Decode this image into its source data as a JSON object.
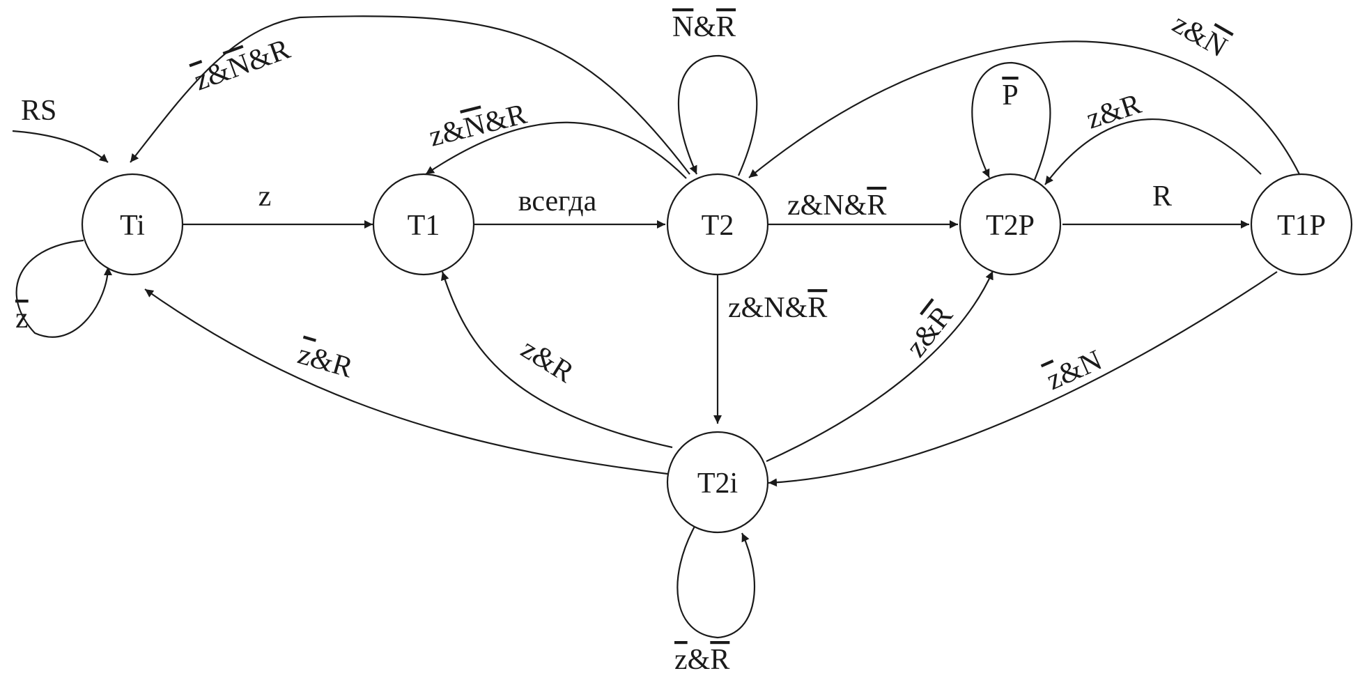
{
  "colors": {
    "stroke": "#1a1a1a",
    "background": "#ffffff"
  },
  "nodes": {
    "ti": "Ti",
    "t1": "T1",
    "t2": "T2",
    "t2p": "T2P",
    "t1p": "T1P",
    "t2i": "T2i"
  },
  "edges": {
    "rs_to_ti": "RS",
    "ti_self_loop": "z",
    "ti_to_t1": "z",
    "t1_to_t2": "всегда",
    "t2_self_loop": {
      "a": "N",
      "b": "&",
      "c": "R"
    },
    "t2_to_ti": {
      "a": "z",
      "b": "&",
      "c": "N",
      "d": "&R"
    },
    "t2_to_t1": {
      "a": "z&",
      "b": "N",
      "c": "&R"
    },
    "t2_to_t2p": {
      "a": "z&N&",
      "b": "R"
    },
    "t2_to_t2i": {
      "a": "z&N&",
      "b": "R"
    },
    "t2p_self_loop": "P",
    "t2p_to_t1p": "R",
    "t1p_to_t2p": "z&R",
    "t1p_to_t2": {
      "a": "z&",
      "b": "N"
    },
    "t1p_to_t2i": {
      "a": "z",
      "b": "&N"
    },
    "t2i_to_t2p": {
      "a": "z&",
      "b": "R"
    },
    "t2i_to_t1": "z&R",
    "t2i_to_ti": {
      "a": "z",
      "b": "&R"
    },
    "t2i_self_loop": {
      "a": "z",
      "b": "&",
      "c": "R"
    }
  }
}
